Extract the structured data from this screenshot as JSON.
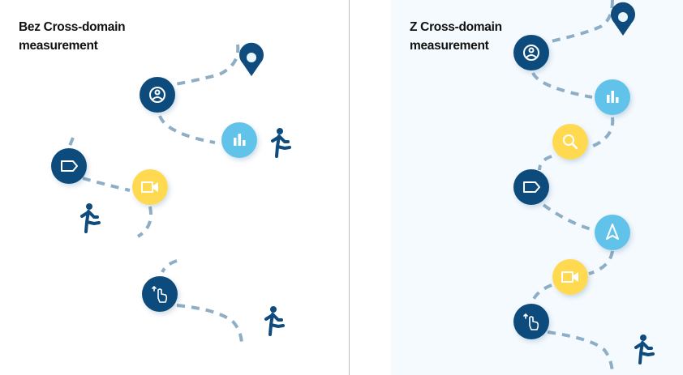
{
  "left_panel": {
    "title_line1": "Bez Cross-domain",
    "title_line2": "measurement",
    "nodes": [
      {
        "icon": "location-pin-icon"
      },
      {
        "icon": "user-profile-icon",
        "color": "navy"
      },
      {
        "icon": "bar-chart-icon",
        "color": "light-blue"
      },
      {
        "icon": "running-person-icon"
      },
      {
        "icon": "tag-icon",
        "color": "navy"
      },
      {
        "icon": "video-camera-icon",
        "color": "yellow"
      },
      {
        "icon": "running-person-icon"
      },
      {
        "icon": "touch-gesture-icon",
        "color": "navy"
      },
      {
        "icon": "running-person-icon"
      }
    ]
  },
  "right_panel": {
    "title_line1": "Z Cross-domain",
    "title_line2": "measurement",
    "nodes": [
      {
        "icon": "location-pin-icon"
      },
      {
        "icon": "user-profile-icon",
        "color": "navy"
      },
      {
        "icon": "bar-chart-icon",
        "color": "light-blue"
      },
      {
        "icon": "search-icon",
        "color": "yellow"
      },
      {
        "icon": "tag-icon",
        "color": "navy"
      },
      {
        "icon": "navigation-arrow-icon",
        "color": "light-blue"
      },
      {
        "icon": "video-camera-icon",
        "color": "yellow"
      },
      {
        "icon": "touch-gesture-icon",
        "color": "navy"
      },
      {
        "icon": "running-person-icon"
      }
    ]
  },
  "colors": {
    "navy": "#0f4c7d",
    "light-blue": "#62c3ea",
    "yellow": "#ffd94f",
    "dash": "#8eaec6",
    "right_bg": "#f5fafe"
  }
}
